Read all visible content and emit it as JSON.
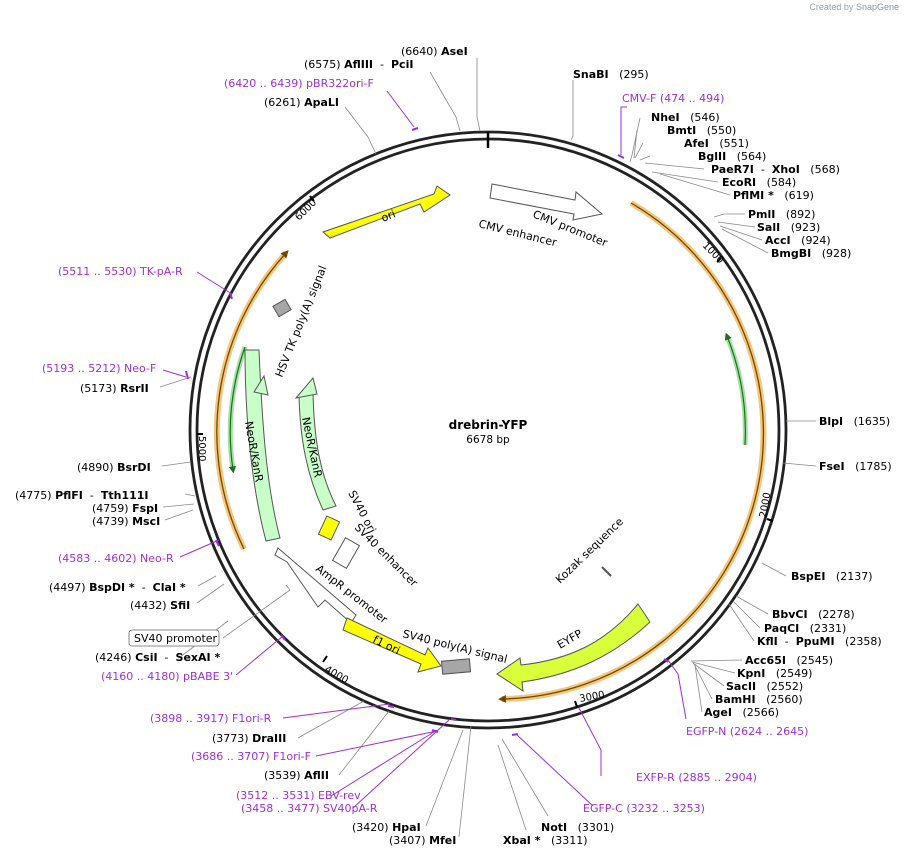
{
  "credit": {
    "prefix": "Created by",
    "brand": "SnapGene"
  },
  "plasmid": {
    "name": "drebrin-YFP",
    "length": "6678 bp"
  },
  "ticks": [
    "1000",
    "2000",
    "3000",
    "4000",
    "5000",
    "6000"
  ],
  "sites": [
    {
      "pre": "(6640) ",
      "name": "AseI",
      "post": ""
    },
    {
      "pre": "(6575) ",
      "name": "AflIII",
      "post": "",
      "name2": "PciI",
      "sep": "  -  "
    },
    {
      "pre": "(6261) ",
      "name": "ApaLI",
      "post": ""
    },
    {
      "pre": "",
      "name": "SnaBI",
      "post": "   (295)"
    },
    {
      "pre": "",
      "name": "NheI",
      "post": "   (546)"
    },
    {
      "pre": "",
      "name": "BmtI",
      "post": "   (550)"
    },
    {
      "pre": "",
      "name": "AfeI",
      "post": "   (551)"
    },
    {
      "pre": "",
      "name": "BglII",
      "post": "   (564)"
    },
    {
      "pre": "",
      "name": "PaeR7I",
      "sep": "  -  ",
      "name2": "XhoI",
      "post": "   (568)"
    },
    {
      "pre": "",
      "name": "EcoRI",
      "post": "   (584)"
    },
    {
      "pre": "",
      "name": "PflMI *",
      "post": "   (619)"
    },
    {
      "pre": "",
      "name": "PmlI",
      "post": "   (892)"
    },
    {
      "pre": "",
      "name": "SalI",
      "post": "   (923)"
    },
    {
      "pre": "",
      "name": "AccI",
      "post": "   (924)"
    },
    {
      "pre": "",
      "name": "BmgBI",
      "post": "   (928)"
    },
    {
      "pre": "",
      "name": "BlpI",
      "post": "   (1635)"
    },
    {
      "pre": "",
      "name": "FseI",
      "post": "   (1785)"
    },
    {
      "pre": "",
      "name": "BspEI",
      "post": "   (2137)"
    },
    {
      "pre": "",
      "name": "BbvCI",
      "post": "   (2278)"
    },
    {
      "pre": "",
      "name": "PaqCI",
      "post": "   (2331)"
    },
    {
      "pre": "",
      "name": "KflI",
      "sep": "  -  ",
      "name2": "PpuMI",
      "post": "   (2358)"
    },
    {
      "pre": "",
      "name": "Acc65I",
      "post": "   (2545)"
    },
    {
      "pre": "",
      "name": "KpnI",
      "post": "   (2549)"
    },
    {
      "pre": "",
      "name": "SacII",
      "post": "   (2552)"
    },
    {
      "pre": "",
      "name": "BamHI",
      "post": "   (2560)"
    },
    {
      "pre": "",
      "name": "AgeI",
      "post": "   (2566)"
    },
    {
      "pre": "",
      "name": "NotI",
      "post": "   (3301)"
    },
    {
      "pre": "",
      "name": "XbaI *",
      "post": "   (3311)"
    },
    {
      "pre": "(3407) ",
      "name": "MfeI",
      "post": ""
    },
    {
      "pre": "(3420) ",
      "name": "HpaI",
      "post": ""
    },
    {
      "pre": "(3539) ",
      "name": "AflII",
      "post": ""
    },
    {
      "pre": "(3773) ",
      "name": "DraIII",
      "post": ""
    },
    {
      "pre": "(4246) ",
      "name": "CsiI",
      "sep": "  -  ",
      "name2": "SexAI *",
      "post": ""
    },
    {
      "pre": "(4432) ",
      "name": "SfiI",
      "post": ""
    },
    {
      "pre": "(4497) ",
      "name": "BspDI *",
      "sep": "  -  ",
      "name2": "ClaI *",
      "post": ""
    },
    {
      "pre": "(4739) ",
      "name": "MscI",
      "post": ""
    },
    {
      "pre": "(4759) ",
      "name": "FspI",
      "post": ""
    },
    {
      "pre": "(4775) ",
      "name": "PflFI",
      "sep": "  -  ",
      "name2": "Tth111I",
      "post": ""
    },
    {
      "pre": "(4890) ",
      "name": "BsrDI",
      "post": ""
    },
    {
      "pre": "(5173) ",
      "name": "RsrII",
      "post": ""
    }
  ],
  "primers": [
    "(6420 .. 6439)  pBR322ori-F",
    "CMV-F     (474 .. 494)",
    "(5511 .. 5530)  TK-pA-R",
    "(5193 .. 5212)  Neo-F",
    "(4583 .. 4602)  Neo-R",
    "(4160 .. 4180)  pBABE 3'",
    "(3898 .. 3917)  F1ori-R",
    "(3686 .. 3707)  F1ori-F",
    "(3512 .. 3531)  EBV-rev",
    "(3458 .. 3477)  SV40pA-R",
    "EGFP-C     (3232 .. 3253)",
    "EXFP-R     (2885 .. 2904)",
    "EGFP-N     (2624 .. 2645)"
  ],
  "boxed_label": "SV40 promoter",
  "features": {
    "ori": "ori",
    "cmv_promoter": "CMV promoter",
    "cmv_enhancer": "CMV enhancer",
    "hsv": "HSV TK poly(A) signal",
    "neo_outer": "NeoR/KanR",
    "neo_inner": "NeoR/KanR",
    "sv40_ori": "SV40 ori",
    "sv40_enh": "SV40 enhancer",
    "ampr": "AmpR promoter",
    "f1": "f1 ori",
    "sv40pa": "SV40 poly(A) signal",
    "eyfp": "EYFP",
    "kozak": "Kozak sequence"
  },
  "colors": {
    "primer": "#9b30d9",
    "yellow": "#ffff00",
    "eyfp": "#d8ff3a",
    "green": "#c8ffc8",
    "orf": "#f5b342",
    "gray": "#a6a6a6"
  }
}
